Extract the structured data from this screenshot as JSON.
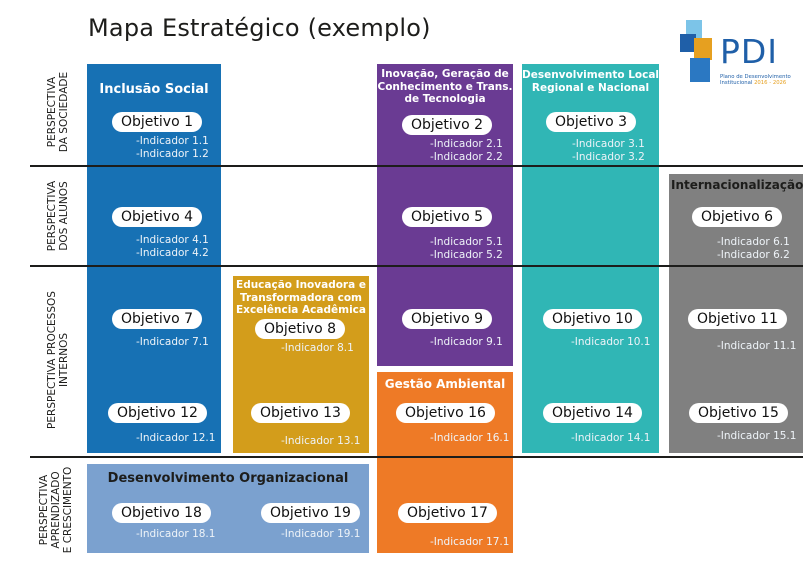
{
  "title": "Mapa Estratégico (exemplo)",
  "logo": {
    "text": "PDI",
    "subtitle_line1": "Plano de Desenvolvimento",
    "subtitle_line2": "Institucional",
    "years": "2016 - 2026"
  },
  "perspectives": {
    "sociedade": [
      "PERSPECTIVA",
      "DA SOCIEDADE"
    ],
    "alunos": [
      "PERSPECTIVA",
      "DOS ALUNOS"
    ],
    "processos": [
      "PERSPECTIVA PROCESSOS",
      "INTERNOS"
    ],
    "aprendizado": [
      "PERSPECTIVA",
      "APRENDIZADO",
      "E CRESCIMENTO"
    ]
  },
  "colors": {
    "inclusao": "#1771b4",
    "inovacao": "#6a3b93",
    "desenvolvimento_local": "#30b6b5",
    "internacionalizacao": "#808080",
    "educacao": "#d39d1b",
    "gestao_ambiental": "#ee7a26",
    "desenvolvimento_organizacional": "#7ba1cf"
  },
  "themes": {
    "inclusao": "Inclusão Social",
    "inovacao": [
      "Inovação, Geração de",
      "Conhecimento e Trans.",
      "de Tecnologia"
    ],
    "desenvolvimento_local": [
      "Desenvolvimento Local,",
      "Regional e Nacional"
    ],
    "internacionalizacao": "Internacionalização",
    "educacao": [
      "Educação Inovadora e",
      "Transformadora com",
      "Excelência Acadêmica"
    ],
    "gestao_ambiental": "Gestão Ambiental",
    "desenvolvimento_organizacional": "Desenvolvimento Organizacional"
  },
  "objectives": {
    "o1": {
      "label": "Objetivo 1",
      "indicators": [
        "-Indicador 1.1",
        "-Indicador 1.2"
      ]
    },
    "o2": {
      "label": "Objetivo 2",
      "indicators": [
        "-Indicador 2.1",
        "-Indicador 2.2"
      ]
    },
    "o3": {
      "label": "Objetivo 3",
      "indicators": [
        "-Indicador 3.1",
        "-Indicador 3.2"
      ]
    },
    "o4": {
      "label": "Objetivo 4",
      "indicators": [
        "-Indicador 4.1",
        "-Indicador 4.2"
      ]
    },
    "o5": {
      "label": "Objetivo 5",
      "indicators": [
        "-Indicador 5.1",
        "-Indicador 5.2"
      ]
    },
    "o6": {
      "label": "Objetivo 6",
      "indicators": [
        "-Indicador 6.1",
        "-Indicador 6.2"
      ]
    },
    "o7": {
      "label": "Objetivo 7",
      "indicators": [
        "-Indicador 7.1"
      ]
    },
    "o8": {
      "label": "Objetivo 8",
      "indicators": [
        "-Indicador 8.1"
      ]
    },
    "o9": {
      "label": "Objetivo 9",
      "indicators": [
        "-Indicador 9.1"
      ]
    },
    "o10": {
      "label": "Objetivo 10",
      "indicators": [
        "-Indicador 10.1"
      ]
    },
    "o11": {
      "label": "Objetivo 11",
      "indicators": [
        "-Indicador 11.1"
      ]
    },
    "o12": {
      "label": "Objetivo 12",
      "indicators": [
        "-Indicador 12.1"
      ]
    },
    "o13": {
      "label": "Objetivo 13",
      "indicators": [
        "-Indicador 13.1"
      ]
    },
    "o14": {
      "label": "Objetivo 14",
      "indicators": [
        "-Indicador 14.1"
      ]
    },
    "o15": {
      "label": "Objetivo 15",
      "indicators": [
        "-Indicador 15.1"
      ]
    },
    "o16": {
      "label": "Objetivo 16",
      "indicators": [
        "-Indicador 16.1"
      ]
    },
    "o17": {
      "label": "Objetivo 17",
      "indicators": [
        "-Indicador 17.1"
      ]
    },
    "o18": {
      "label": "Objetivo 18",
      "indicators": [
        "-Indicador 18.1"
      ]
    },
    "o19": {
      "label": "Objetivo 19",
      "indicators": [
        "-Indicador 19.1"
      ]
    }
  }
}
